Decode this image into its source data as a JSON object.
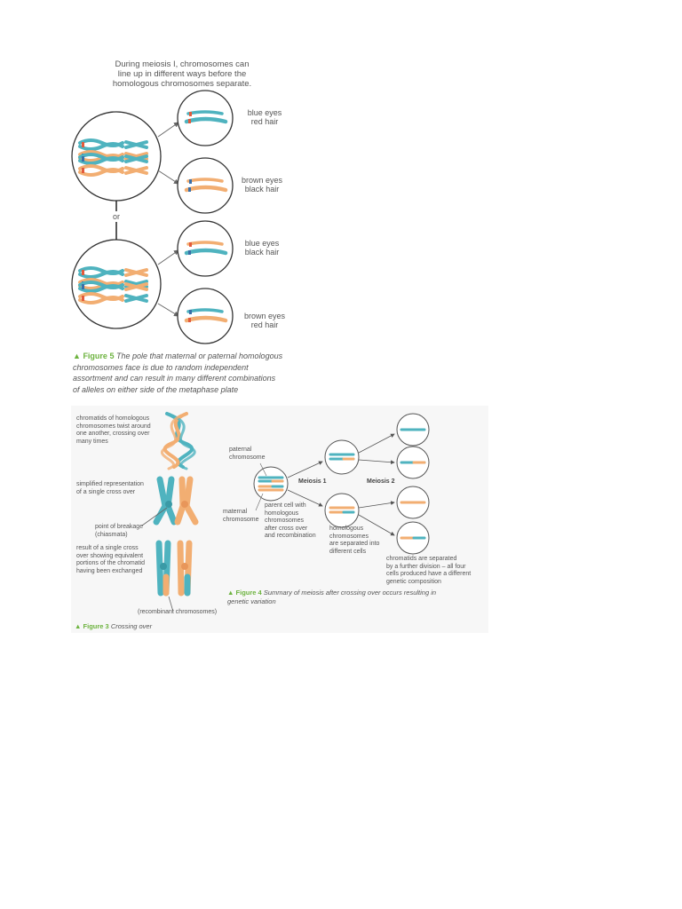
{
  "colors": {
    "teal": "#4fb3bf",
    "orange": "#f2ae72",
    "red": "#e35b3c",
    "caption_green": "#6db33f",
    "panel_bg": "#f7f7f7",
    "blue": "#3a6fa8"
  },
  "top": {
    "intro_text": "During meiosis I, chromosomes can\nline up in different ways before the\nhomologous chromosomes separate.",
    "or_label": "or",
    "outcomes": [
      {
        "label": "blue eyes\nred hair"
      },
      {
        "label": "brown eyes\nblack hair"
      },
      {
        "label": "blue eyes\nblack hair"
      },
      {
        "label": "brown eyes\nred hair"
      }
    ],
    "caption": {
      "mark": "▲",
      "title": "Figure 5",
      "body": "The pole that maternal or paternal homologous\nchromosomes face is due to random independent\nassortment and can result in many different combinations\nof alleles on either side of the metaphase plate"
    }
  },
  "fig3": {
    "label_twist": "chromatids of homologous\nchromosomes twist around\none another, crossing over\nmany times",
    "label_simplified": "simplified representation\nof a single cross over",
    "label_breakage": "point of breakage\n(chiasmata)",
    "label_result": "result of a single cross\nover showing equivalent\nportions of the chromatid\nhaving been exchanged",
    "label_recombinant": "(recombinant chromosomes)",
    "caption": {
      "mark": "▲",
      "title": "Figure 3",
      "body": "Crossing over"
    }
  },
  "fig4": {
    "paternal": "paternal\nchromosome",
    "maternal": "maternal\nchromosome",
    "parent_cell": "parent cell with\nhomologous\nchromosomes\nafter cross over\nand recombination",
    "meiosis1": "Meiosis 1",
    "meiosis2": "Meiosis 2",
    "homologous_sep": "homologous\nchromosomes\nare separated into\ndifferent cells",
    "chromatids_sep": "chromatids are separated\nby a further division – all four\ncells produced have a different\ngenetic composition",
    "caption": {
      "mark": "▲",
      "title": "Figure 4",
      "body": "Summary of meiosis after crossing over occurs resulting in\ngenetic variation"
    }
  }
}
